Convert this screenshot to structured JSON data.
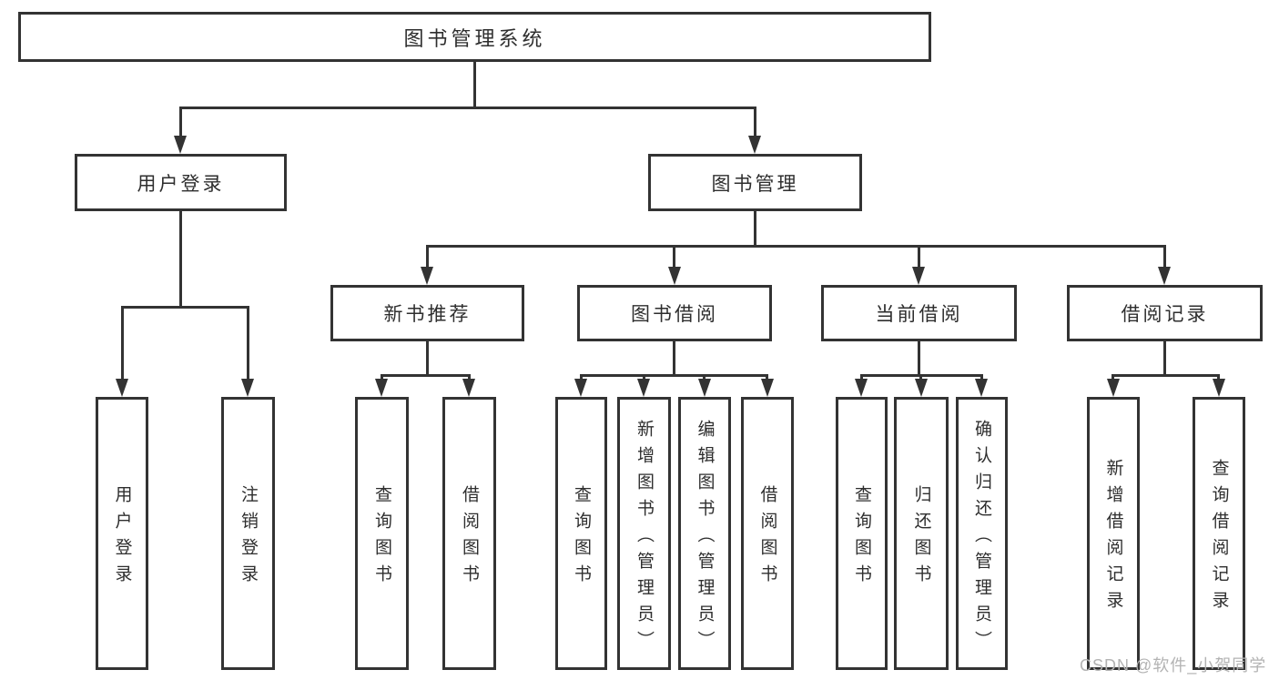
{
  "diagram_title": "图书管理系统",
  "tree": {
    "label": "图书管理系统",
    "children": [
      {
        "label": "用户登录",
        "children": [
          {
            "label": "用户登录"
          },
          {
            "label": "注销登录"
          }
        ]
      },
      {
        "label": "图书管理",
        "children": [
          {
            "label": "新书推荐",
            "children": [
              {
                "label": "查询图书"
              },
              {
                "label": "借阅图书"
              }
            ]
          },
          {
            "label": "图书借阅",
            "children": [
              {
                "label": "查询图书"
              },
              {
                "label": "新增图书（管理员）"
              },
              {
                "label": "编辑图书（管理员）"
              },
              {
                "label": "借阅图书"
              }
            ]
          },
          {
            "label": "当前借阅",
            "children": [
              {
                "label": "查询图书"
              },
              {
                "label": "归还图书"
              },
              {
                "label": "确认归还（管理员）"
              }
            ]
          },
          {
            "label": "借阅记录",
            "children": [
              {
                "label": "新增借阅记录"
              },
              {
                "label": "查询借阅记录"
              }
            ]
          }
        ]
      }
    ]
  },
  "watermark": {
    "text": "CSDN @软件_小贺同学"
  },
  "colors": {
    "line": "#333333",
    "text": "#2e2e2e",
    "watermark": "#b3b3b3",
    "background": "#ffffff"
  }
}
